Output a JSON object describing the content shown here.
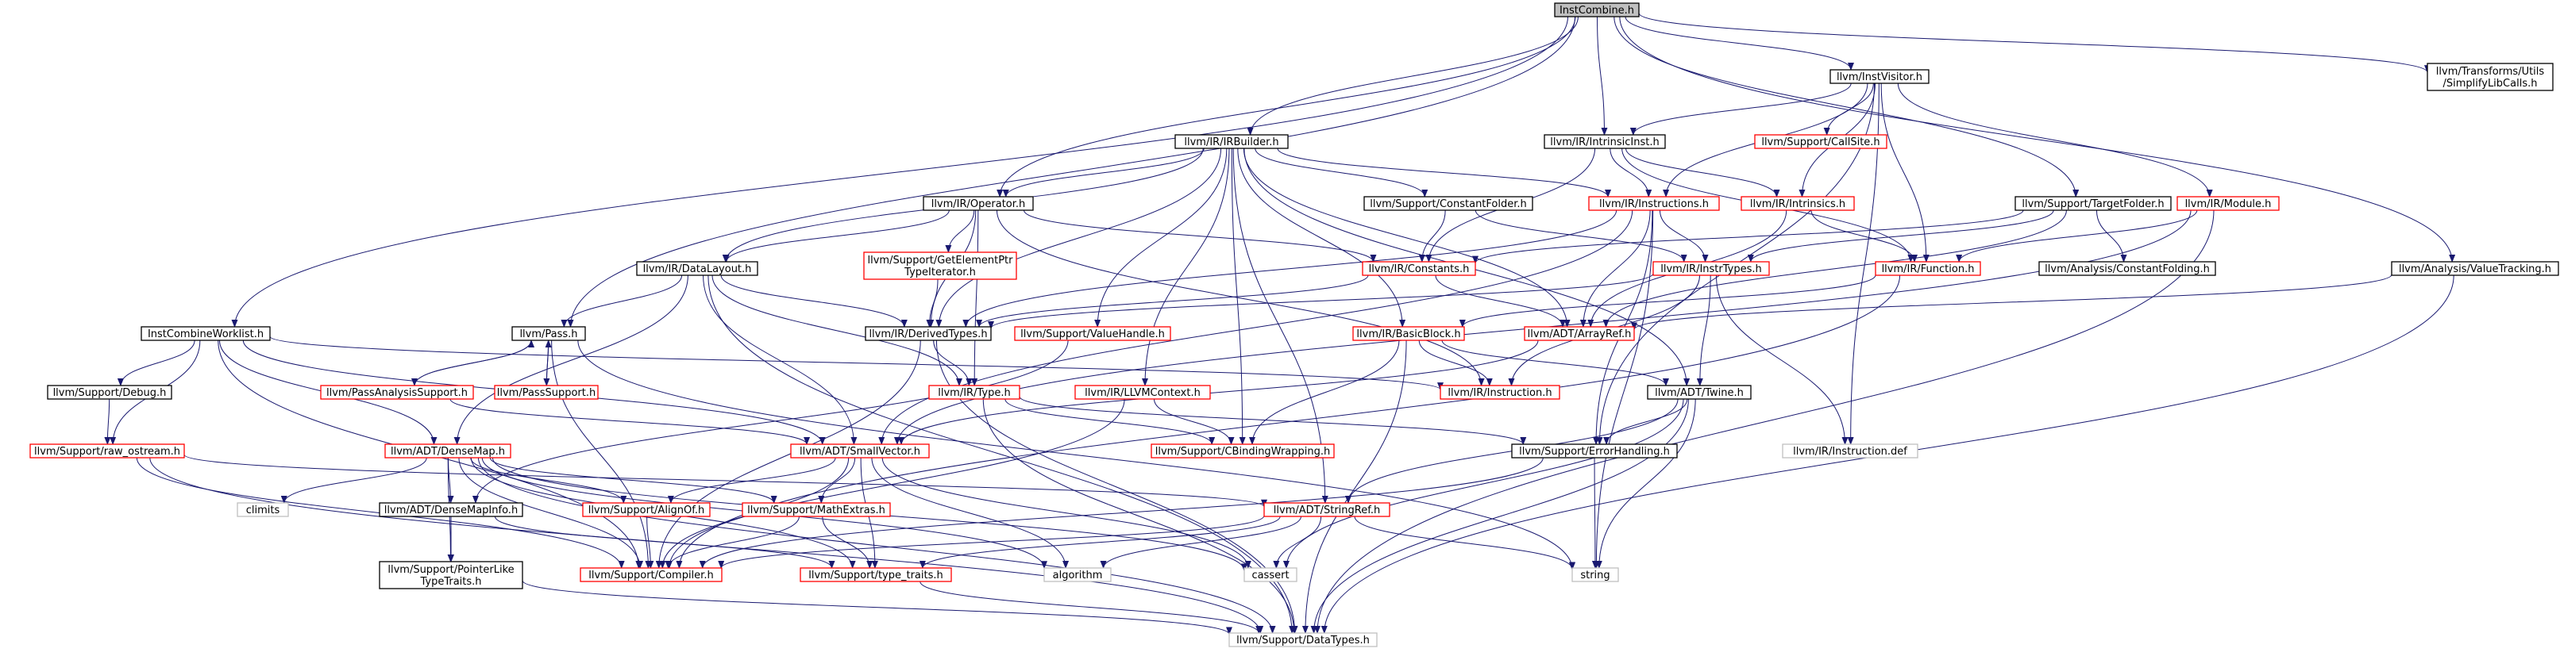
{
  "title": "InstCombine.h",
  "colors": {
    "edge": "#191970",
    "root_fill": "#bfbfbf",
    "border_black": "#000000",
    "border_red": "#ff0000",
    "border_gray": "#bfbfbf",
    "text": "#000000",
    "text_gray": "#000000"
  },
  "nodes": [
    {
      "id": "root",
      "lines": [
        "InstCombine.h"
      ],
      "style": "root"
    },
    {
      "id": "worklist",
      "lines": [
        "InstCombineWorklist.h"
      ],
      "style": "black"
    },
    {
      "id": "pass",
      "lines": [
        "llvm/Pass.h"
      ],
      "style": "black"
    },
    {
      "id": "operator",
      "lines": [
        "llvm/IR/Operator.h"
      ],
      "style": "black"
    },
    {
      "id": "irbuilder",
      "lines": [
        "llvm/IR/IRBuilder.h"
      ],
      "style": "black"
    },
    {
      "id": "intrinsicinst",
      "lines": [
        "llvm/IR/IntrinsicInst.h"
      ],
      "style": "black"
    },
    {
      "id": "instvisitor",
      "lines": [
        "llvm/InstVisitor.h"
      ],
      "style": "black"
    },
    {
      "id": "simplifylibcalls",
      "lines": [
        "llvm/Transforms/Utils",
        "/SimplifyLibCalls.h"
      ],
      "style": "black"
    },
    {
      "id": "callsite",
      "lines": [
        "llvm/Support/CallSite.h"
      ],
      "style": "red"
    },
    {
      "id": "targetfolder",
      "lines": [
        "llvm/Support/TargetFolder.h"
      ],
      "style": "black"
    },
    {
      "id": "module",
      "lines": [
        "llvm/IR/Module.h"
      ],
      "style": "red"
    },
    {
      "id": "constantfolder",
      "lines": [
        "llvm/Support/ConstantFolder.h"
      ],
      "style": "black"
    },
    {
      "id": "instructions",
      "lines": [
        "llvm/IR/Instructions.h"
      ],
      "style": "red"
    },
    {
      "id": "intrinsics",
      "lines": [
        "llvm/IR/Intrinsics.h"
      ],
      "style": "red"
    },
    {
      "id": "gep",
      "lines": [
        "llvm/Support/GetElementPtr",
        "TypeIterator.h"
      ],
      "style": "red"
    },
    {
      "id": "constants",
      "lines": [
        "llvm/IR/Constants.h"
      ],
      "style": "red"
    },
    {
      "id": "instrtypes",
      "lines": [
        "llvm/IR/InstrTypes.h"
      ],
      "style": "red"
    },
    {
      "id": "function",
      "lines": [
        "llvm/IR/Function.h"
      ],
      "style": "red"
    },
    {
      "id": "constantfolding",
      "lines": [
        "llvm/Analysis/ConstantFolding.h"
      ],
      "style": "black"
    },
    {
      "id": "valuetracking",
      "lines": [
        "llvm/Analysis/ValueTracking.h"
      ],
      "style": "black"
    },
    {
      "id": "datalayout",
      "lines": [
        "llvm/IR/DataLayout.h"
      ],
      "style": "black"
    },
    {
      "id": "derivedtypes",
      "lines": [
        "llvm/IR/DerivedTypes.h"
      ],
      "style": "black"
    },
    {
      "id": "valuehandle",
      "lines": [
        "llvm/Support/ValueHandle.h"
      ],
      "style": "red"
    },
    {
      "id": "basicblock",
      "lines": [
        "llvm/IR/BasicBlock.h"
      ],
      "style": "red"
    },
    {
      "id": "arrayref",
      "lines": [
        "llvm/ADT/ArrayRef.h"
      ],
      "style": "red"
    },
    {
      "id": "debug",
      "lines": [
        "llvm/Support/Debug.h"
      ],
      "style": "black"
    },
    {
      "id": "passanalysis",
      "lines": [
        "llvm/PassAnalysisSupport.h"
      ],
      "style": "red"
    },
    {
      "id": "passsupport",
      "lines": [
        "llvm/PassSupport.h"
      ],
      "style": "red"
    },
    {
      "id": "type",
      "lines": [
        "llvm/IR/Type.h"
      ],
      "style": "red"
    },
    {
      "id": "llvmcontext",
      "lines": [
        "llvm/IR/LLVMContext.h"
      ],
      "style": "red"
    },
    {
      "id": "instruction",
      "lines": [
        "llvm/IR/Instruction.h"
      ],
      "style": "red"
    },
    {
      "id": "twine",
      "lines": [
        "llvm/ADT/Twine.h"
      ],
      "style": "black"
    },
    {
      "id": "rawostream",
      "lines": [
        "llvm/Support/raw_ostream.h"
      ],
      "style": "red"
    },
    {
      "id": "densemap",
      "lines": [
        "llvm/ADT/DenseMap.h"
      ],
      "style": "red"
    },
    {
      "id": "smallvector",
      "lines": [
        "llvm/ADT/SmallVector.h"
      ],
      "style": "red"
    },
    {
      "id": "cbinding",
      "lines": [
        "llvm/Support/CBindingWrapping.h"
      ],
      "style": "red"
    },
    {
      "id": "errorhandling",
      "lines": [
        "llvm/Support/ErrorHandling.h"
      ],
      "style": "black"
    },
    {
      "id": "instructiondef",
      "lines": [
        "llvm/IR/Instruction.def"
      ],
      "style": "gray"
    },
    {
      "id": "climits",
      "lines": [
        "climits"
      ],
      "style": "gray"
    },
    {
      "id": "densemapinfo",
      "lines": [
        "llvm/ADT/DenseMapInfo.h"
      ],
      "style": "black"
    },
    {
      "id": "alignof",
      "lines": [
        "llvm/Support/AlignOf.h"
      ],
      "style": "red"
    },
    {
      "id": "mathextras",
      "lines": [
        "llvm/Support/MathExtras.h"
      ],
      "style": "red"
    },
    {
      "id": "stringref",
      "lines": [
        "llvm/ADT/StringRef.h"
      ],
      "style": "red"
    },
    {
      "id": "pointerlike",
      "lines": [
        "llvm/Support/PointerLike",
        "TypeTraits.h"
      ],
      "style": "black"
    },
    {
      "id": "compiler",
      "lines": [
        "llvm/Support/Compiler.h"
      ],
      "style": "red"
    },
    {
      "id": "typetraits",
      "lines": [
        "llvm/Support/type_traits.h"
      ],
      "style": "red"
    },
    {
      "id": "algorithm",
      "lines": [
        "algorithm"
      ],
      "style": "gray"
    },
    {
      "id": "cassert",
      "lines": [
        "cassert"
      ],
      "style": "gray"
    },
    {
      "id": "string",
      "lines": [
        "string"
      ],
      "style": "gray"
    },
    {
      "id": "datatypes",
      "lines": [
        "llvm/Support/DataTypes.h"
      ],
      "style": "gray"
    }
  ],
  "edges": [
    [
      "root",
      "worklist"
    ],
    [
      "root",
      "pass"
    ],
    [
      "root",
      "operator"
    ],
    [
      "root",
      "irbuilder"
    ],
    [
      "root",
      "intrinsicinst"
    ],
    [
      "root",
      "instvisitor"
    ],
    [
      "root",
      "targetfolder"
    ],
    [
      "root",
      "valuetracking"
    ],
    [
      "root",
      "simplifylibcalls"
    ],
    [
      "instvisitor",
      "intrinsicinst"
    ],
    [
      "instvisitor",
      "callsite"
    ],
    [
      "instvisitor",
      "instructions"
    ],
    [
      "instvisitor",
      "intrinsics"
    ],
    [
      "instvisitor",
      "function"
    ],
    [
      "instvisitor",
      "module"
    ],
    [
      "instvisitor",
      "errorhandling"
    ],
    [
      "instvisitor",
      "instructiondef"
    ],
    [
      "irbuilder",
      "operator"
    ],
    [
      "irbuilder",
      "datalayout"
    ],
    [
      "irbuilder",
      "constantfolder"
    ],
    [
      "irbuilder",
      "instructions"
    ],
    [
      "irbuilder",
      "derivedtypes"
    ],
    [
      "irbuilder",
      "valuehandle"
    ],
    [
      "irbuilder",
      "basicblock"
    ],
    [
      "irbuilder",
      "llvmcontext"
    ],
    [
      "irbuilder",
      "cbinding"
    ],
    [
      "irbuilder",
      "twine"
    ],
    [
      "irbuilder",
      "arrayref"
    ],
    [
      "irbuilder",
      "stringref"
    ],
    [
      "intrinsicinst",
      "instructions"
    ],
    [
      "intrinsicinst",
      "intrinsics"
    ],
    [
      "intrinsicinst",
      "constants"
    ],
    [
      "intrinsicinst",
      "function"
    ],
    [
      "operator",
      "datalayout"
    ],
    [
      "operator",
      "gep"
    ],
    [
      "operator",
      "constants"
    ],
    [
      "operator",
      "derivedtypes"
    ],
    [
      "operator",
      "instruction"
    ],
    [
      "operator",
      "type"
    ],
    [
      "constantfolder",
      "constants"
    ],
    [
      "constantfolder",
      "instrtypes"
    ],
    [
      "targetfolder",
      "constants"
    ],
    [
      "targetfolder",
      "instrtypes"
    ],
    [
      "targetfolder",
      "constantfolding"
    ],
    [
      "targetfolder",
      "arrayref"
    ],
    [
      "instructions",
      "instrtypes"
    ],
    [
      "instructions",
      "derivedtypes"
    ],
    [
      "instructions",
      "arrayref"
    ],
    [
      "instructions",
      "errorhandling"
    ],
    [
      "instructions",
      "smallvector"
    ],
    [
      "instructions",
      "string"
    ],
    [
      "intrinsics",
      "arrayref"
    ],
    [
      "intrinsics",
      "function"
    ],
    [
      "module",
      "function"
    ],
    [
      "module",
      "datatypes"
    ],
    [
      "module",
      "smallvector"
    ],
    [
      "gep",
      "derivedtypes"
    ],
    [
      "constants",
      "derivedtypes"
    ],
    [
      "constants",
      "arrayref"
    ],
    [
      "instrtypes",
      "instruction"
    ],
    [
      "instrtypes",
      "twine"
    ],
    [
      "instrtypes",
      "derivedtypes"
    ],
    [
      "instrtypes",
      "instructiondef"
    ],
    [
      "function",
      "basicblock"
    ],
    [
      "function",
      "compiler"
    ],
    [
      "valuetracking",
      "arrayref"
    ],
    [
      "valuetracking",
      "datatypes"
    ],
    [
      "datalayout",
      "pass"
    ],
    [
      "datalayout",
      "derivedtypes"
    ],
    [
      "datalayout",
      "type"
    ],
    [
      "datalayout",
      "densemap"
    ],
    [
      "datalayout",
      "smallvector"
    ],
    [
      "datalayout",
      "datatypes"
    ],
    [
      "derivedtypes",
      "type"
    ],
    [
      "derivedtypes",
      "compiler"
    ],
    [
      "derivedtypes",
      "datatypes"
    ],
    [
      "valuehandle",
      "densemapinfo"
    ],
    [
      "basicblock",
      "instruction"
    ],
    [
      "basicblock",
      "cbinding"
    ],
    [
      "basicblock",
      "twine"
    ],
    [
      "basicblock",
      "datatypes"
    ],
    [
      "arrayref",
      "smallvector"
    ],
    [
      "worklist",
      "instruction"
    ],
    [
      "worklist",
      "debug"
    ],
    [
      "worklist",
      "rawostream"
    ],
    [
      "worklist",
      "densemap"
    ],
    [
      "worklist",
      "smallvector"
    ],
    [
      "worklist",
      "compiler"
    ],
    [
      "pass",
      "passanalysis"
    ],
    [
      "pass",
      "passsupport"
    ],
    [
      "pass",
      "compiler"
    ],
    [
      "pass",
      "string"
    ],
    [
      "passanalysis",
      "pass"
    ],
    [
      "passanalysis",
      "smallvector"
    ],
    [
      "passsupport",
      "pass"
    ],
    [
      "debug",
      "rawostream"
    ],
    [
      "type",
      "cbinding"
    ],
    [
      "type",
      "errorhandling"
    ],
    [
      "type",
      "datatypes"
    ],
    [
      "llvmcontext",
      "cbinding"
    ],
    [
      "llvmcontext",
      "compiler"
    ],
    [
      "twine",
      "stringref"
    ],
    [
      "twine",
      "cassert"
    ],
    [
      "twine",
      "string"
    ],
    [
      "twine",
      "datatypes"
    ],
    [
      "twine",
      "errorhandling"
    ],
    [
      "rawostream",
      "stringref"
    ],
    [
      "rawostream",
      "compiler"
    ],
    [
      "rawostream",
      "datatypes"
    ],
    [
      "densemap",
      "densemapinfo"
    ],
    [
      "densemap",
      "pointerlike"
    ],
    [
      "densemap",
      "alignof"
    ],
    [
      "densemap",
      "mathextras"
    ],
    [
      "densemap",
      "typetraits"
    ],
    [
      "densemap",
      "compiler"
    ],
    [
      "densemap",
      "climits"
    ],
    [
      "densemap",
      "algorithm"
    ],
    [
      "densemap",
      "cassert"
    ],
    [
      "densemap",
      "datatypes"
    ],
    [
      "smallvector",
      "alignof"
    ],
    [
      "smallvector",
      "mathextras"
    ],
    [
      "smallvector",
      "compiler"
    ],
    [
      "smallvector",
      "typetraits"
    ],
    [
      "smallvector",
      "algorithm"
    ],
    [
      "smallvector",
      "cassert"
    ],
    [
      "errorhandling",
      "compiler"
    ],
    [
      "errorhandling",
      "string"
    ],
    [
      "densemapinfo",
      "pointerlike"
    ],
    [
      "densemapinfo",
      "typetraits"
    ],
    [
      "alignof",
      "compiler"
    ],
    [
      "mathextras",
      "compiler"
    ],
    [
      "mathextras",
      "typetraits"
    ],
    [
      "stringref",
      "compiler"
    ],
    [
      "stringref",
      "typetraits"
    ],
    [
      "stringref",
      "algorithm"
    ],
    [
      "stringref",
      "cassert"
    ],
    [
      "stringref",
      "string"
    ],
    [
      "pointerlike",
      "datatypes"
    ],
    [
      "typetraits",
      "datatypes"
    ]
  ]
}
